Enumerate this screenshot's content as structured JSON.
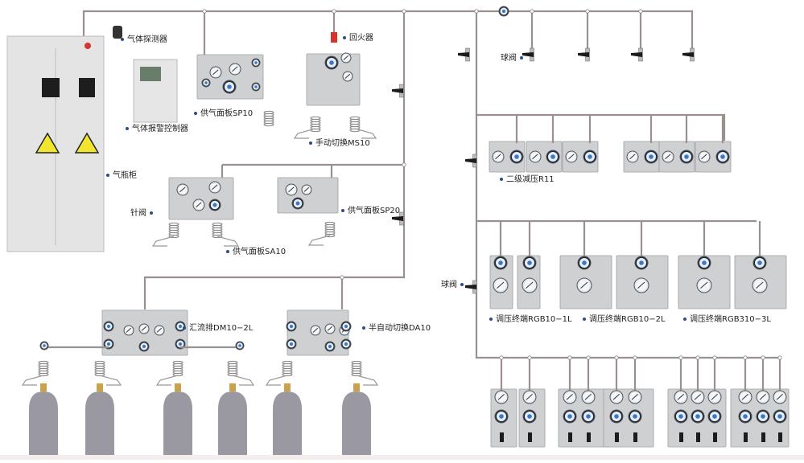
{
  "diagram": {
    "title": "",
    "colors": {
      "pipe": "#9a9090",
      "panel": "#cfd0d2",
      "cylinder": "#9a98a0",
      "cabinet": "#e4e4e4",
      "label_dot": "#2b4d8c",
      "valve": "#1c1c1c",
      "flashback": "#d9332b"
    },
    "labels": {
      "gas_detector": "气体探测器",
      "alarm_controller": "气体报警控制器",
      "gas_cabinet": "气瓶柜",
      "supply_panel_sp10": "供气面板SP10",
      "flashback_arrestor": "回火器",
      "manual_switch_ms10": "手动切换MS10",
      "ball_valve_top": "球阀",
      "secondary_regulator_r11": "二级减压R11",
      "needle_valve": "针阀",
      "supply_panel_sa10": "供气面板SA10",
      "supply_panel_sp20": "供气面板SP20",
      "ball_valve_mid": "球阀",
      "terminal_rgb10_1l": "调压终端RGB10−1L",
      "terminal_rgb10_2l": "调压终端RGB10−2L",
      "terminal_rgb310_3l": "调压终端RGB310−3L",
      "manifold_dm10_2l": "汇流排DM10−2L",
      "semi_auto_switch_da10": "半自动切换DA10"
    },
    "components": {
      "cylinders_count": 6,
      "r11_units": 6,
      "rgb_terminals_middle_row": 6,
      "terminal_groups_bottom_row": [
        2,
        4,
        3,
        3
      ]
    }
  }
}
